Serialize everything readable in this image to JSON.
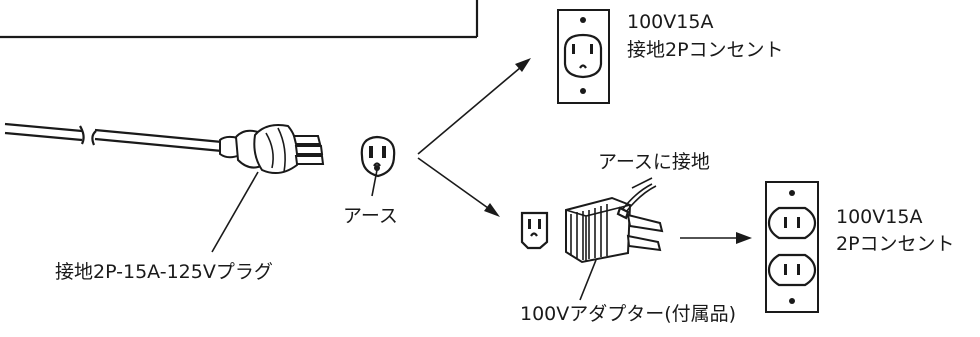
{
  "labels": {
    "outlet_top_line1": "100V15A",
    "outlet_top_line2": "接地2Pコンセント",
    "earth_wire": "アースに接地",
    "outlet_right_line1": "100V15A",
    "outlet_right_line2": "2Pコンセント",
    "plug": "接地2P-15A-125Vプラグ",
    "earth": "アース",
    "adapter": "100Vアダプター(付属品)"
  }
}
